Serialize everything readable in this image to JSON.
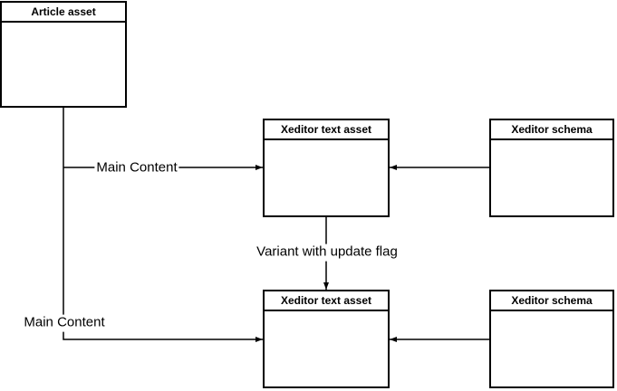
{
  "diagram": {
    "colors": {
      "stroke": "#000000",
      "node_fill": "#ffffff",
      "background": "#ffffff"
    },
    "boxes": [
      {
        "id": "article-asset",
        "title": "Article asset"
      },
      {
        "id": "xeditor-text-asset-top",
        "title": "Xeditor text asset"
      },
      {
        "id": "xeditor-schema-top",
        "title": "Xeditor schema"
      },
      {
        "id": "xeditor-text-asset-bottom",
        "title": "Xeditor text asset"
      },
      {
        "id": "xeditor-schema-bottom",
        "title": "Xeditor schema"
      }
    ],
    "edges": [
      {
        "from": "article-asset",
        "to": "xeditor-text-asset-top",
        "label": "Main Content"
      },
      {
        "from": "article-asset",
        "to": "xeditor-text-asset-bottom",
        "label": "Main Content"
      },
      {
        "from": "xeditor-text-asset-top",
        "to": "xeditor-text-asset-bottom",
        "label": "Variant with update flag"
      },
      {
        "from": "xeditor-schema-top",
        "to": "xeditor-text-asset-top",
        "label": ""
      },
      {
        "from": "xeditor-schema-bottom",
        "to": "xeditor-text-asset-bottom",
        "label": ""
      }
    ]
  }
}
